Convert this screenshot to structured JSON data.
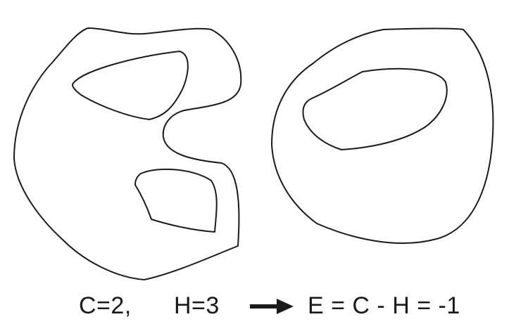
{
  "caption": {
    "components": "C=2,",
    "holes": "H=3",
    "arrow_icon": "right-arrow",
    "result": "E = C - H = -1"
  },
  "colors": {
    "stroke": "#1a1a1a",
    "background": "#ffffff"
  }
}
